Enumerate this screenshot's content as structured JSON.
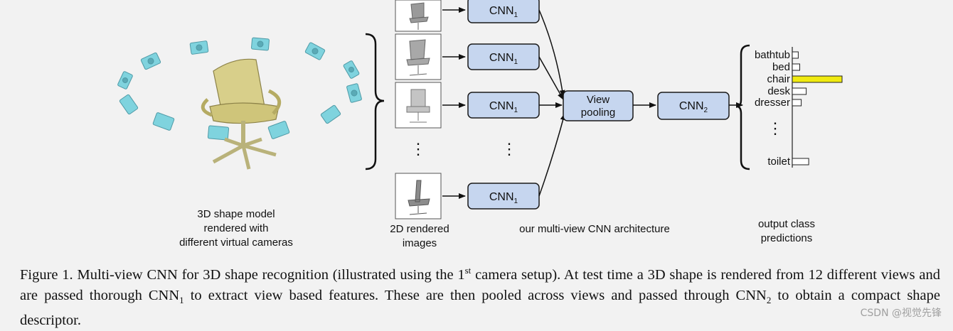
{
  "colors": {
    "box_fill": "#c6d6ef",
    "box_stroke": "#1a1a1a",
    "camera": "#7fd3de",
    "chair": "#d8cf8a",
    "bar_highlight": "#f0ea10"
  },
  "diagram": {
    "cnn1_label": "CNN",
    "cnn1_sub": "1",
    "view_pooling_line1": "View",
    "view_pooling_line2": "pooling",
    "cnn2_label": "CNN",
    "cnn2_sub": "2",
    "dots": "⋮"
  },
  "labels": {
    "shape_model_line1": "3D shape model",
    "shape_model_line2": "rendered with",
    "shape_model_line3": "different virtual cameras",
    "rendered_line1": "2D rendered",
    "rendered_line2": "images",
    "architecture": "our multi-view CNN architecture",
    "output_line1": "output class",
    "output_line2": "predictions"
  },
  "chart_data": {
    "type": "bar",
    "categories": [
      "bathtub",
      "bed",
      "chair",
      "desk",
      "dresser",
      "toilet"
    ],
    "values": [
      0.12,
      0.15,
      1.0,
      0.28,
      0.18,
      0.33
    ],
    "highlight": "chair"
  },
  "caption": {
    "part1": "Figure 1. Multi-view CNN for 3D shape recognition (illustrated using the 1",
    "sup1": "st",
    "part2": " camera setup). At test time a 3D shape is rendered from 12 different views and are passed thorough CNN",
    "sub1": "1",
    "part3": " to extract view based features. These are then pooled across views and passed through CNN",
    "sub2": "2",
    "part4": " to obtain a compact shape descriptor."
  },
  "watermark": "CSDN @视觉先锋"
}
